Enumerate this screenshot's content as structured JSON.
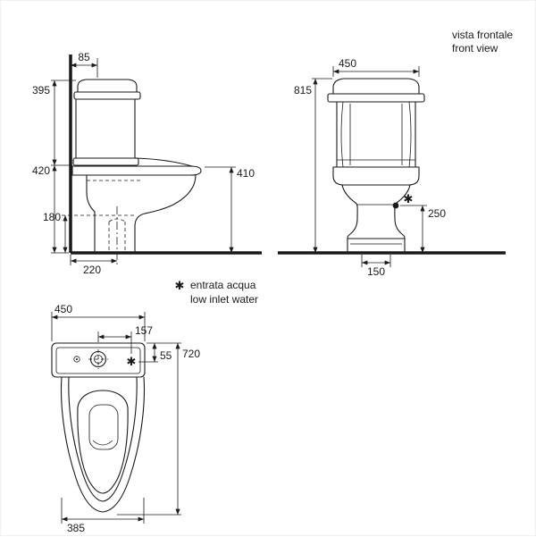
{
  "drawing": {
    "ink": "#1a1a1a",
    "paper": "#ffffff"
  },
  "front_view_header": {
    "title_it": "vista frontale",
    "title_en": "front view"
  },
  "side_view": {
    "dim_top_offset": "85",
    "dim_cistern_height": "395",
    "dim_bowl_height": "420",
    "dim_rim_height": "410",
    "dim_outlet_height": "180",
    "dim_outlet_setout": "220"
  },
  "front_view": {
    "dim_width": "450",
    "dim_total_height": "815",
    "dim_inlet_height": "250",
    "dim_base_width": "150",
    "inlet_symbol": "✱"
  },
  "legend": {
    "symbol": "✱",
    "text_it": "entrata acqua",
    "text_en": "low inlet water"
  },
  "top_view": {
    "dim_width": "450",
    "dim_inlet_offset": "157",
    "dim_inlet_depth": "55",
    "dim_total_depth": "720",
    "dim_bowl_width": "385",
    "inlet_symbol": "✱"
  }
}
